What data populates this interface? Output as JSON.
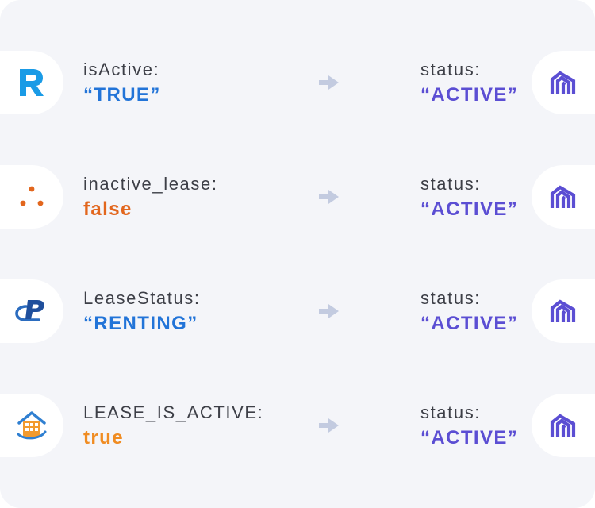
{
  "colors": {
    "panel": "#f4f5f9",
    "badge": "#ffffff",
    "key_text": "#3d3f47",
    "arrow": "#c3cbe0",
    "value_blue": "#2274d8",
    "value_orange_dark": "#e2661d",
    "value_orange": "#f08c22",
    "value_purple": "#5b4ed3"
  },
  "mappings": [
    {
      "source_icon": "r-logo-icon",
      "source_key": "isActive:",
      "source_value": "“TRUE”",
      "source_value_color": "#2274d8",
      "target_icon": "target-platform-logo-icon",
      "target_key": "status:",
      "target_value": "“ACTIVE”"
    },
    {
      "source_icon": "three-dots-logo-icon",
      "source_key": "inactive_lease:",
      "source_value": "false",
      "source_value_color": "#e2661d",
      "target_icon": "target-platform-logo-icon",
      "target_key": "status:",
      "target_value": "“ACTIVE”"
    },
    {
      "source_icon": "p-cloud-logo-icon",
      "source_key": "LeaseStatus:",
      "source_value": "“RENTING”",
      "source_value_color": "#2274d8",
      "target_icon": "target-platform-logo-icon",
      "target_key": "status:",
      "target_value": "“ACTIVE”"
    },
    {
      "source_icon": "house-logo-icon",
      "source_key": "LEASE_IS_ACTIVE:",
      "source_value": "true",
      "source_value_color": "#f08c22",
      "target_icon": "target-platform-logo-icon",
      "target_key": "status:",
      "target_value": "“ACTIVE”"
    }
  ]
}
